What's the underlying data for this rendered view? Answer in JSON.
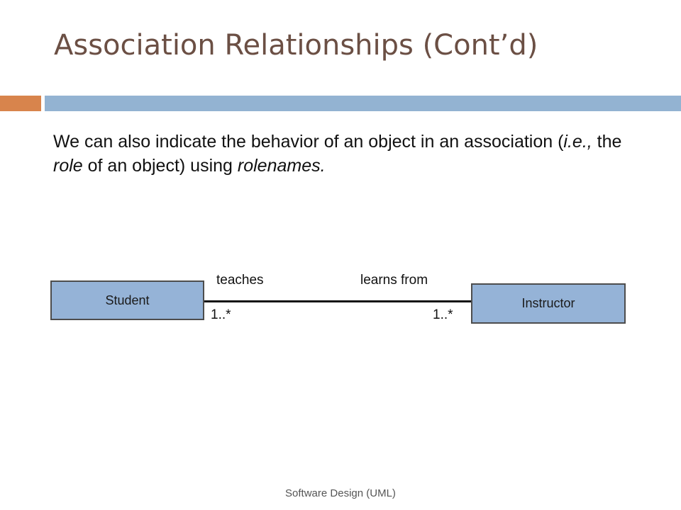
{
  "slide": {
    "title": "Association Relationships (Cont’d)",
    "body": {
      "part1": "We can also indicate the behavior of an object in an association (",
      "italic1": "i.e.,",
      "part2": " the ",
      "italic2": "role",
      "part3": " of an object) using ",
      "italic3": "rolenames.",
      "part4": ""
    },
    "footer": "Software Design (UML)"
  },
  "diagram": {
    "left_class": "Student",
    "right_class": "Instructor",
    "left_role": "teaches",
    "right_role": "learns from",
    "left_multiplicity": "1..*",
    "right_multiplicity": "1..*"
  },
  "colors": {
    "title": "#6b4f44",
    "accent_bar": "#d8844c",
    "title_bar": "#93b3d2",
    "class_fill": "#95b3d7"
  }
}
